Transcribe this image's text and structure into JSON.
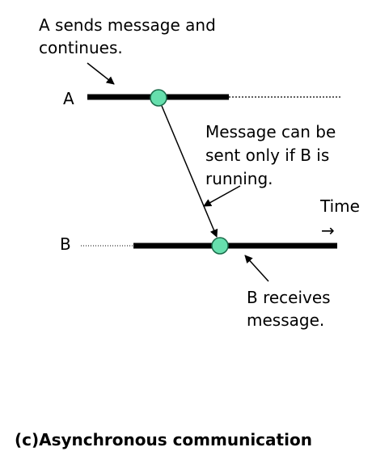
{
  "process_a": {
    "label": "A",
    "note_line1": "A sends message and",
    "note_line2": "continues."
  },
  "process_b": {
    "label": "B",
    "note_line1": "B receives",
    "note_line2": "message."
  },
  "message_note": {
    "line1": "Message can be",
    "line2": "sent only if B is",
    "line3": "running."
  },
  "time_axis": {
    "label": "Time",
    "arrow": "→"
  },
  "caption": "(c)Asynchronous communication",
  "colors": {
    "event_fill": "#66dfad",
    "event_stroke": "#1a6b4a",
    "line": "#000000"
  }
}
